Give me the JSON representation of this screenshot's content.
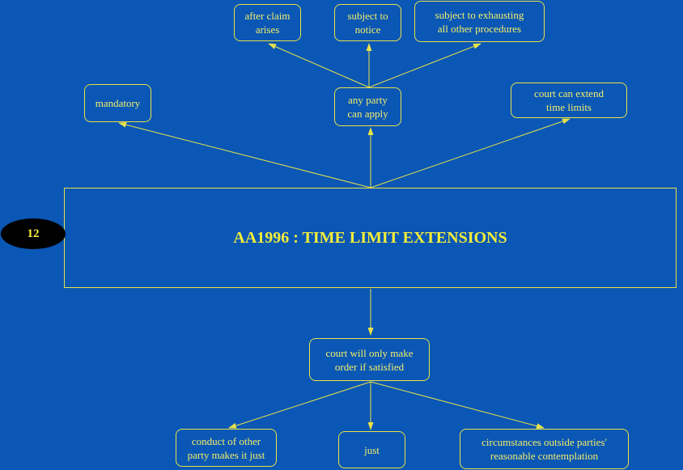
{
  "diagram": {
    "title": "AA1996 : TIME LIMIT EXTENSIONS",
    "badge": "12",
    "nodes": {
      "after_claim_arises": "after claim\narises",
      "subject_to_notice": "subject to\nnotice",
      "subject_to_exhausting": "subject to exhausting\nall other procedures",
      "mandatory": "mandatory",
      "any_party_can_apply": "any party\ncan apply",
      "court_can_extend": "court can extend\ntime limits",
      "court_will_only_make_order": "court will only make\norder if satisfied",
      "conduct_of_other_party": "conduct of other\nparty makes it just",
      "just": "just",
      "circumstances_outside": "circumstances outside parties'\nreasonable contemplation"
    },
    "colors": {
      "background": "#0a57b5",
      "line": "#e8e24a",
      "text": "#f3ee6a",
      "badge_bg": "#000000"
    }
  }
}
